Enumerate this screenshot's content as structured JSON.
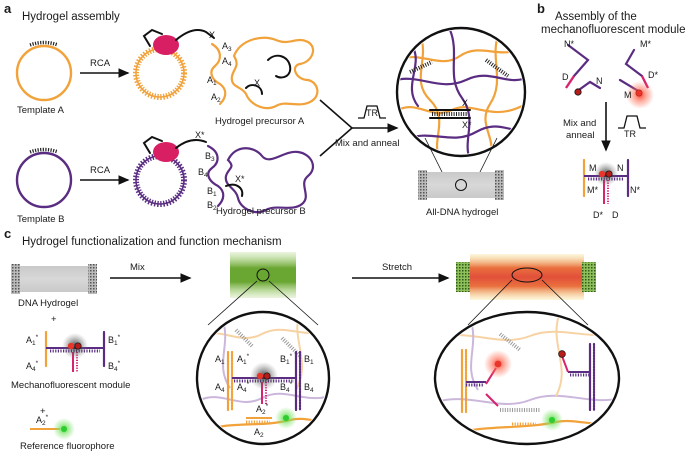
{
  "panels": {
    "a": {
      "letter": "a",
      "title": "Hydrogel assembly",
      "template_a": "Template A",
      "template_b": "Template B",
      "rca": "RCA",
      "precursor_a": "Hydrogel precursor A",
      "precursor_b": "Hydrogel precursor B",
      "x": "X",
      "x_star": "X*",
      "a1": "A",
      "a1_sub": "1",
      "a2": "A",
      "a2_sub": "2",
      "a3": "A",
      "a3_sub": "3",
      "a4": "A",
      "a4_sub": "4",
      "b1": "B",
      "b1_sub": "1",
      "b2": "B",
      "b2_sub": "2",
      "b3": "B",
      "b3_sub": "3",
      "b4": "B",
      "b4_sub": "4",
      "tr": "TR",
      "mix_anneal": "Mix and anneal",
      "all_dna": "All-DNA hydrogel"
    },
    "b": {
      "letter": "b",
      "title_line1": "Assembly of the",
      "title_line2": "mechanofluorescent modules",
      "n_star": "N*",
      "m_star": "M*",
      "d": "D",
      "n": "N",
      "d_star": "D*",
      "m": "M",
      "mix_line1": "Mix and",
      "mix_line2": "anneal",
      "tr": "TR",
      "res_m": "M",
      "res_n": "N",
      "res_m_star": "M*",
      "res_n_star": "N*",
      "res_d_star": "D*",
      "res_d": "D"
    },
    "c": {
      "letter": "c",
      "title": "Hydrogel functionalization and function mechanism",
      "dna_hydrogel": "DNA Hydrogel",
      "mix": "Mix",
      "stretch": "Stretch",
      "plus": "+",
      "module_label": "Mechanofluorescent module",
      "reference_label": "Reference fluorophore",
      "a1s": "A",
      "a1s_sub": "1",
      "a1s_sup": "*",
      "a4s": "A",
      "a4s_sub": "4",
      "a4s_sup": "*",
      "b1s": "B",
      "b1s_sub": "1",
      "b1s_sup": "*",
      "b4s": "B",
      "b4s_sub": "4",
      "b4s_sup": "*",
      "a2s": "A",
      "a2s_sub": "2",
      "a2s_sup": "*",
      "a1": "A",
      "a1_sub": "1",
      "a4": "A",
      "a4_sub": "4",
      "b1": "B",
      "b1_sub": "1",
      "b4": "B",
      "b4_sub": "4",
      "a2": "A",
      "a2_sub": "2"
    }
  },
  "colors": {
    "template_a": "#f2a23a",
    "template_b": "#5a2d82",
    "polymerase": "#d81f63",
    "fluorophore_red": "#e8362a",
    "fluorophore_green": "#3ac23a",
    "hydrogel_relaxed": "#6aa632",
    "hydrogel_stretched": "#e2503a"
  }
}
